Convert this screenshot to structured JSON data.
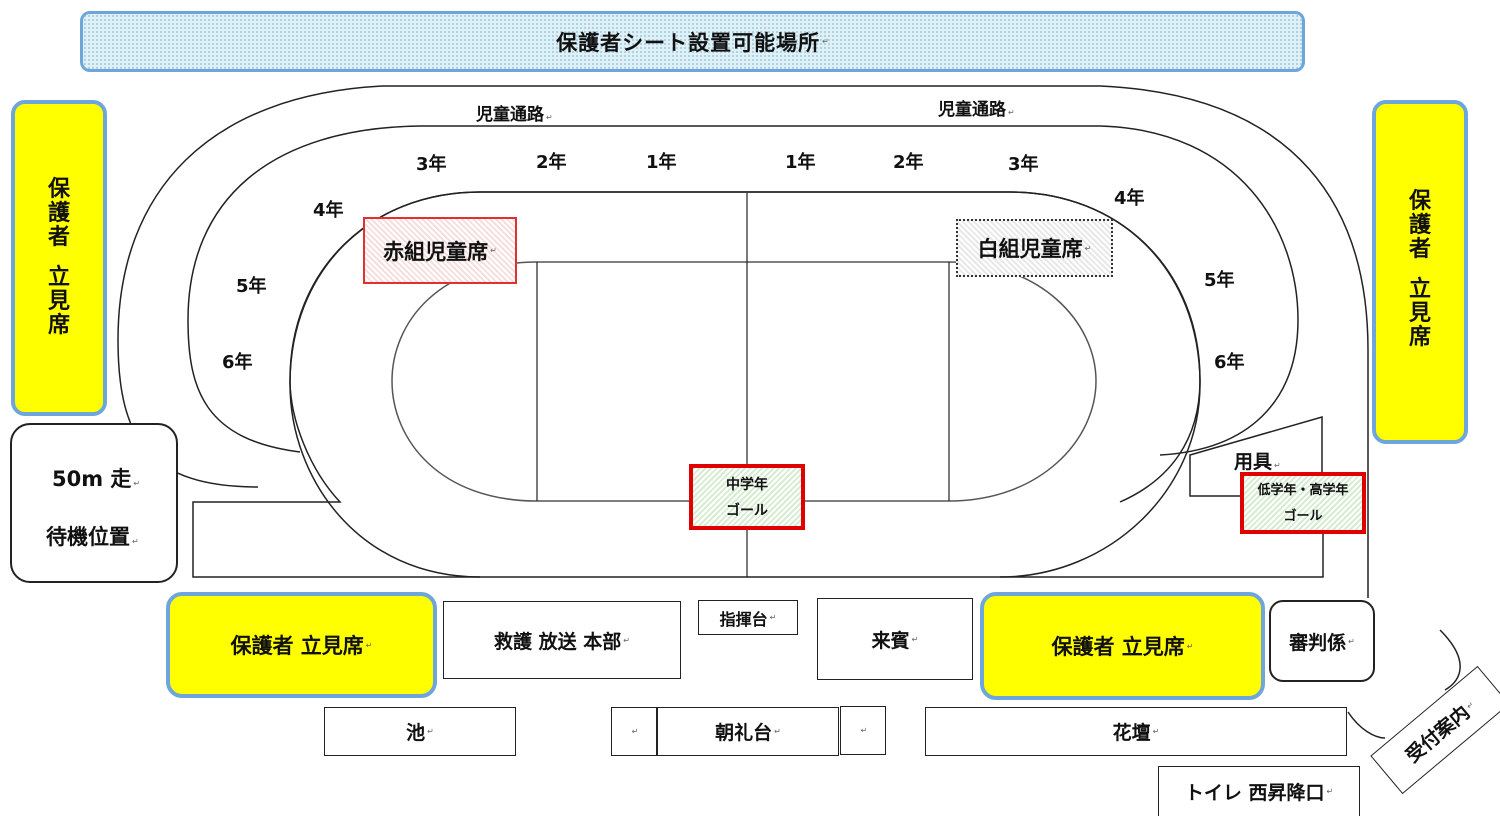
{
  "banner": {
    "text": "保護者シート設置可能場所"
  },
  "paths": {
    "left": "児童通路",
    "right": "児童通路"
  },
  "grades_left": [
    "3年",
    "2年",
    "1年",
    "4年",
    "5年",
    "6年"
  ],
  "grades_right": [
    "1年",
    "2年",
    "3年",
    "4年",
    "5年",
    "6年"
  ],
  "team_seats": {
    "red": "赤組児童席",
    "white": "白組児童席"
  },
  "side_stands": {
    "left": [
      "保",
      "護",
      "者",
      "立",
      "見",
      "席"
    ],
    "right": [
      "保",
      "護",
      "者",
      "立",
      "見",
      "席"
    ]
  },
  "wait_area": {
    "line1": "50m 走",
    "line2": "待機位置"
  },
  "goals": {
    "middle": {
      "line1": "中学年",
      "line2": "ゴール"
    },
    "lower_upper": {
      "line1": "低学年・高学年",
      "line2": "ゴール"
    }
  },
  "equipment": "用具",
  "bottom": {
    "stand_left": "保護者 立見席",
    "rescue": "救護 放送 本部",
    "conductor": "指揮台",
    "guests": "来賓",
    "stand_right": "保護者 立見席",
    "judges": "審判係",
    "pond": "池",
    "morning_stage": "朝礼台",
    "flowerbed": "花壇",
    "reception": "受付案内",
    "toilet": "トイレ 西昇降口"
  },
  "colors": {
    "stand_fill": "#ffff00",
    "stand_border": "#6ea6dc",
    "goal_border": "#e00000"
  }
}
